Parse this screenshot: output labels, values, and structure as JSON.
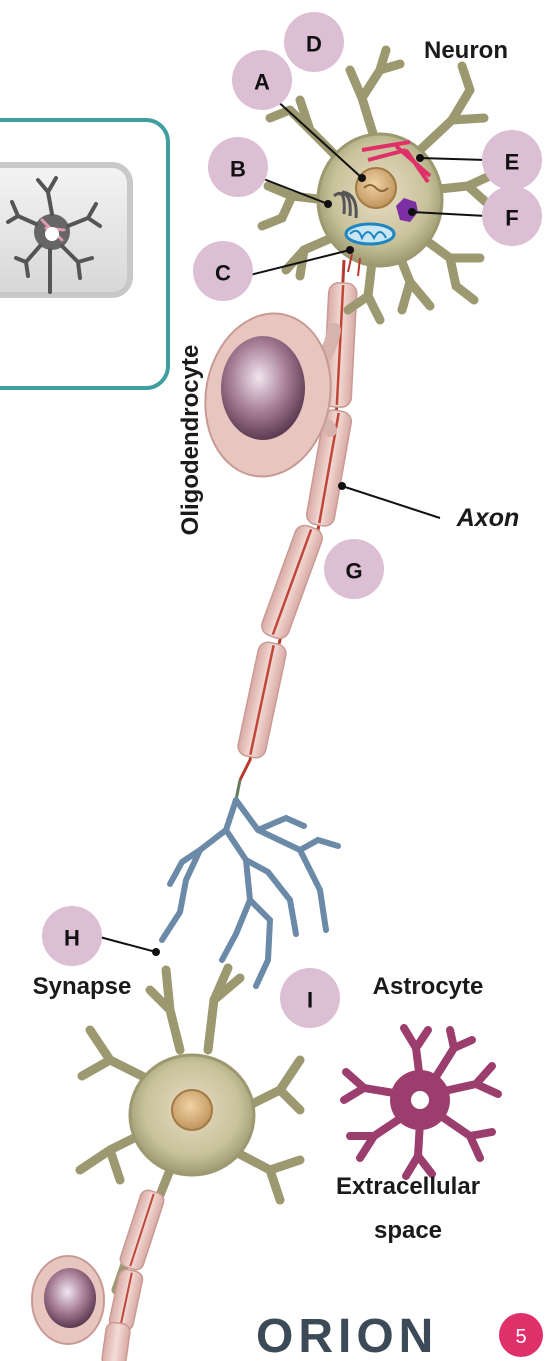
{
  "labels": {
    "neuron": "Neuron",
    "oligodendrocyte": "Oligodendrocyte",
    "axon": "Axon",
    "synapse": "Synapse",
    "astrocyte": "Astrocyte",
    "extracellular_1": "Extracellular",
    "extracellular_2": "space"
  },
  "markers": [
    "A",
    "B",
    "C",
    "D",
    "E",
    "F",
    "G",
    "H",
    "I"
  ],
  "brand": {
    "logo_text": "ORION",
    "page_number": "5"
  },
  "colors": {
    "marker_fill": "#dcbfd4",
    "frame_border": "#3f9ea0",
    "neuron_body": "#a8a57d",
    "myelin": "#e8c6c0",
    "axon_core": "#b83a2e",
    "terminal_branch": "#6b8aa8",
    "astrocyte": "#9b3d6d",
    "logo": "#3c4a57",
    "logo_accent": "#e0306a",
    "badge": "#e0306a"
  }
}
